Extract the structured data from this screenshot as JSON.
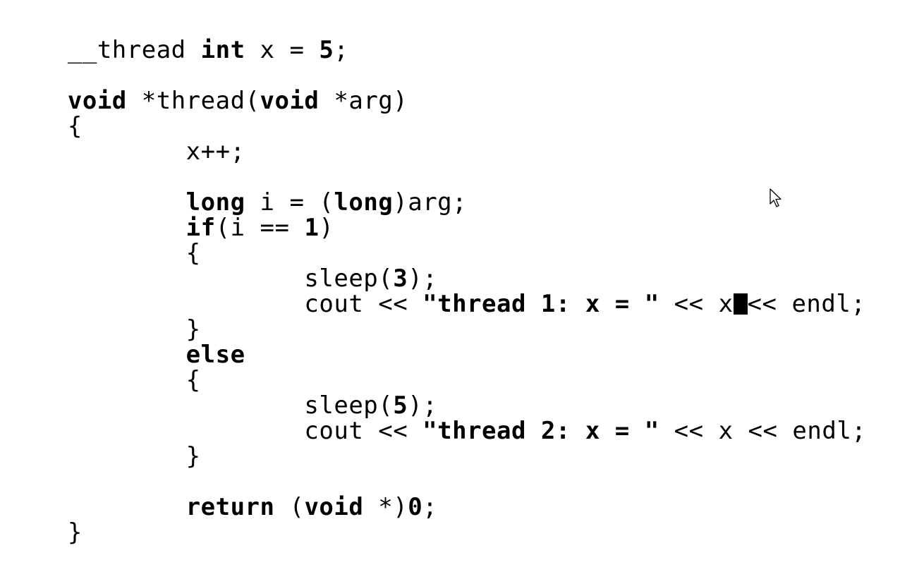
{
  "editor": {
    "lines": [
      [
        "__thread ",
        "int",
        " x = ",
        "5",
        ";"
      ],
      [
        ""
      ],
      [
        "void",
        " *thread(",
        "void",
        " *arg)"
      ],
      [
        "{"
      ],
      [
        "        x++;"
      ],
      [
        ""
      ],
      [
        "        ",
        "long",
        " i = (",
        "long",
        ")arg;"
      ],
      [
        "        ",
        "if",
        "(i == ",
        "1",
        ")"
      ],
      [
        "        {"
      ],
      [
        "                sleep(",
        "3",
        ");"
      ],
      [
        "                cout << ",
        "\"thread 1: x = \"",
        " << x",
        "<< endl;"
      ],
      [
        "        }"
      ],
      [
        "        ",
        "else"
      ],
      [
        "        {"
      ],
      [
        "                sleep(",
        "5",
        ");"
      ],
      [
        "                cout << ",
        "\"thread 2: x = \"",
        " << x << endl;"
      ],
      [
        "        }"
      ],
      [
        ""
      ],
      [
        "        ",
        "return",
        " (",
        "void",
        " *)",
        "0",
        ";"
      ],
      [
        "}"
      ]
    ]
  },
  "icons": {
    "mouse_pointer": "mouse-pointer-icon",
    "text_cursor": "text-cursor-icon"
  }
}
